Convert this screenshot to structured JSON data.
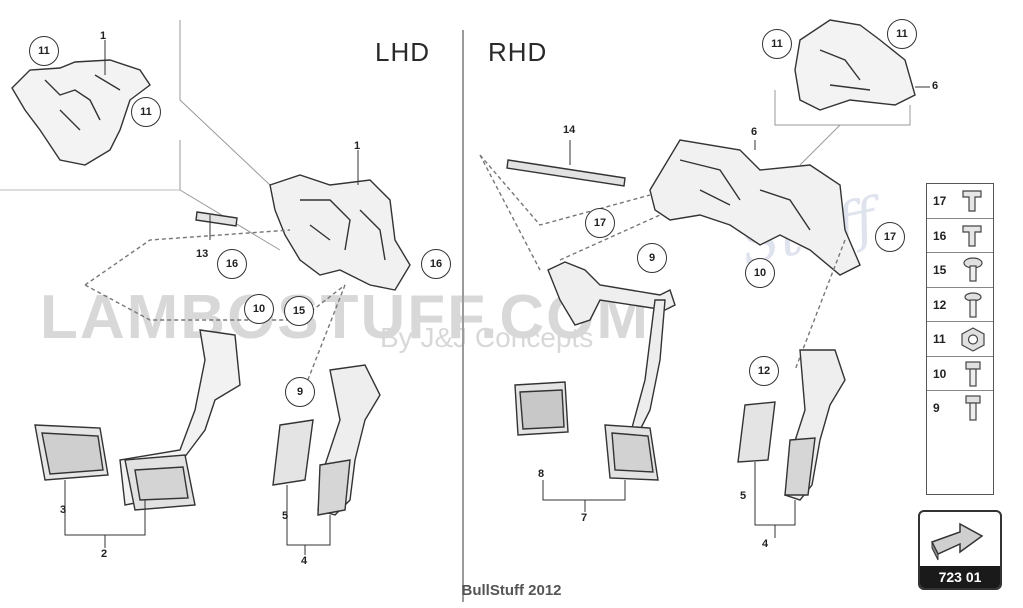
{
  "headers": {
    "lhd": "LHD",
    "rhd": "RHD"
  },
  "watermark": {
    "main": "LAMBOSTUFF.COM",
    "sub": "By J&J Concepts",
    "script": "Stuff"
  },
  "callouts": {
    "lhd": [
      "11",
      "11",
      "16",
      "16",
      "10",
      "15",
      "9"
    ],
    "rhd": [
      "11",
      "11",
      "17",
      "17",
      "9",
      "10",
      "12"
    ]
  },
  "labels": {
    "lhd": [
      "1",
      "1",
      "13",
      "3",
      "2",
      "5",
      "4"
    ],
    "rhd": [
      "6",
      "6",
      "14",
      "8",
      "7",
      "5",
      "4"
    ]
  },
  "legend": [
    {
      "num": "17",
      "icon": "clip-icon"
    },
    {
      "num": "16",
      "icon": "clip-icon"
    },
    {
      "num": "15",
      "icon": "screw-icon"
    },
    {
      "num": "12",
      "icon": "screw-icon"
    },
    {
      "num": "11",
      "icon": "nut-icon"
    },
    {
      "num": "10",
      "icon": "bolt-icon"
    },
    {
      "num": "9",
      "icon": "bolt-icon"
    }
  ],
  "nav": {
    "code": "723 01",
    "icon": "arrow-icon"
  },
  "footer": "BullStuff 2012"
}
